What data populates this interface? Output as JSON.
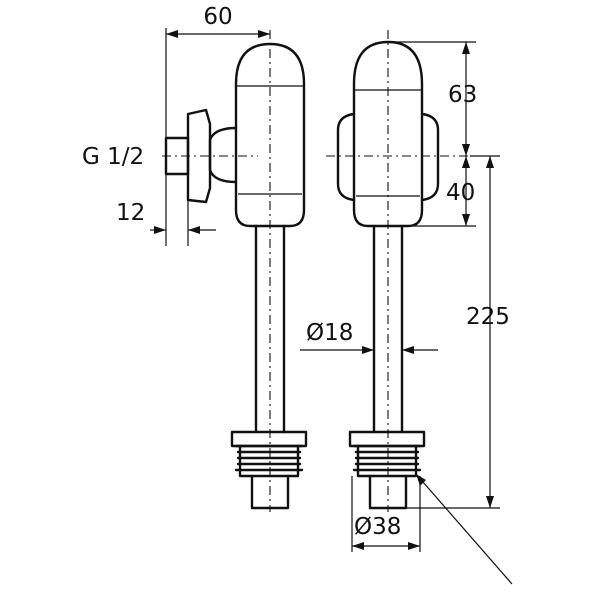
{
  "dimensions": {
    "width_top": "60",
    "thread": "G 1/2",
    "offset": "12",
    "height_upper": "63",
    "height_mid": "40",
    "diameter_pipe": "Ø18",
    "length_pipe": "225",
    "diameter_base": "Ø38"
  },
  "colors": {
    "stroke": "#111111",
    "background": "#ffffff"
  }
}
